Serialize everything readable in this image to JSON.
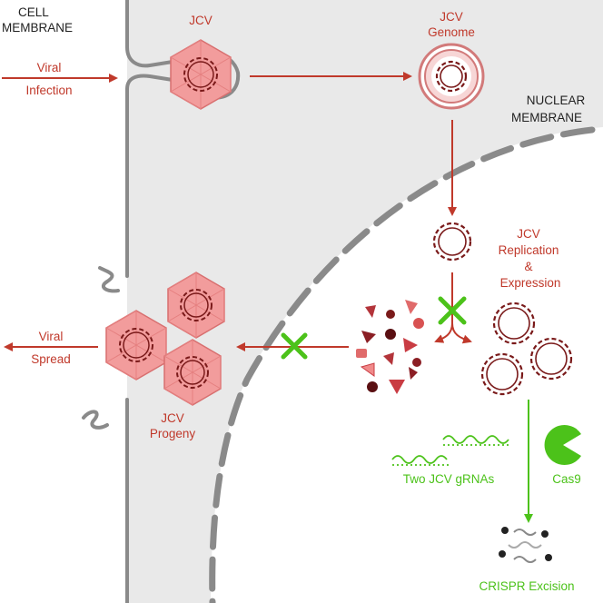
{
  "labels": {
    "cell_membrane": [
      "CELL",
      "MEMBRANE"
    ],
    "nuclear_membrane": [
      "NUCLEAR",
      "MEMBRANE"
    ],
    "jcv": "JCV",
    "jcv_genome": [
      "JCV",
      "Genome"
    ],
    "viral_infection": [
      "Viral",
      "Infection"
    ],
    "jcv_replication": [
      "JCV",
      "Replication",
      "&",
      "Expression"
    ],
    "viral_spread": [
      "Viral",
      "Spread"
    ],
    "jcv_progeny": [
      "JCV",
      "Progeny"
    ],
    "two_jcv_grnas": "Two JCV gRNAs",
    "cas9": "Cas9",
    "crispr_excision": "CRISPR Excision"
  },
  "colors": {
    "red_text": "#c0392b",
    "arrow_red": "#c0392b",
    "dna": "#7a1a1a",
    "virion_fill": "#f29c9c",
    "green": "#4cc21a",
    "membrane_gray": "#8a8a8a",
    "cell_interior": "#e9e9e9"
  }
}
